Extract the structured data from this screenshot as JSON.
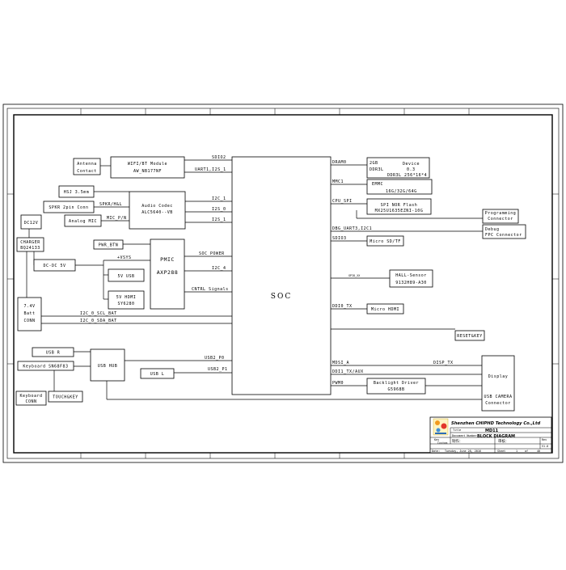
{
  "blocks": {
    "antenna": [
      "Antenna",
      "Contact"
    ],
    "wifi": [
      "WIFI/BT Module",
      "AW_NB177NF"
    ],
    "hsj": "HSJ 3.5mm",
    "spkr_conn": "SPKR 2pin Conn",
    "analog_mic": "Analog MIC",
    "audio_codec": [
      "Audio Codec",
      "ALC5640--VB"
    ],
    "dc12v": "DC12V",
    "charger": [
      "CHARGER",
      "BQ24133"
    ],
    "pwr_btn": "PWR_BTN",
    "dcdc": "DC-DC 5V",
    "usb5v": "5V USB",
    "hdmi5v": [
      "5V HDMI",
      "SY6280"
    ],
    "pmic": [
      "PMIC",
      "AXP288"
    ],
    "batt": [
      "7.4V",
      "Batt",
      "CONN"
    ],
    "soc": "SOC",
    "dram": [
      "2GB",
      "DDR3L",
      "Device",
      "0.3",
      "DDR3L 256*16*4"
    ],
    "emmc": [
      "EMMC",
      "16G/32G/64G"
    ],
    "spi_flash": [
      "SPI NOR Flash",
      "MX25U1635EZNI-10G"
    ],
    "prog_conn": [
      "Programming",
      "Connector"
    ],
    "debug_conn": [
      "Debug",
      "FPC Connector"
    ],
    "micro_sd": "Micro SD/TF",
    "hall": [
      "HALL-Sensor",
      "9132H89-A30"
    ],
    "micro_hdmi": "Micro HDMI",
    "reset_key": "RESET&KEY",
    "usb_r": "USB R",
    "keyboard_ic": "Keyboard SN68F83",
    "usb_hub": "USB HUB",
    "usb_l": "USB L",
    "keyboard_conn": [
      "Keyboard",
      "CONN"
    ],
    "touch_key": "TOUCH&KEY",
    "backlight": [
      "Backlight Driver",
      "G5968B"
    ],
    "display": "Display",
    "usb_camera": [
      "USB CAMERA",
      "Connector"
    ]
  },
  "signals": {
    "sdio2": "SDIO2",
    "uart1_i2s1": "UART1,I2S_1",
    "i2c1": "I2C_1",
    "i2s0": "I2S_0",
    "i2s1": "I2S_1",
    "spkr_hl": "SPKR/H&L",
    "mic_pn": "MIC_P/N",
    "vsys": "+VSYS",
    "soc_power": "SOC POWER",
    "i2c4": "I2C_4",
    "cntrl": "CNTRL Signals",
    "i2c0_scl": "I2C_0_SCL_BAT",
    "i2c0_sda": "I2C_0_SDA_BAT",
    "usb2_p0": "USB2_P0",
    "usb2_p1": "USB2_P1",
    "dram0": "DRAM0",
    "mmc1": "MMC1",
    "cpu_spi": "CPU_SPI",
    "dbg_uart": "DBG_UART3,I2C1",
    "sdio3": "SDIO3",
    "gpio": "GPIO_XX",
    "ddi0": "DDI0_TX",
    "mdsi": "MDSI_A",
    "ddi1": "DDI1_TX/AUX",
    "pwm0": "PWM0",
    "disp_tx": "DISP_TX"
  },
  "title_block": {
    "company": "Shenzhen CHIPHD Technology Co.,Ltd",
    "title_label": "Title",
    "title": "MD11",
    "docnum_label": "Document Number",
    "docnum": "BLOCK DIAGRAM",
    "key_label": "Key",
    "custom_label": "Custom",
    "maker": "制作：",
    "reviewer": "审核：",
    "rev_label": "Rev",
    "rev": "V1.0",
    "date_label": "Date:",
    "date": "Tuesday, June 28, 2016",
    "sheet_label": "Sheet",
    "sheet": "1",
    "of_label": "of",
    "of": "40"
  }
}
